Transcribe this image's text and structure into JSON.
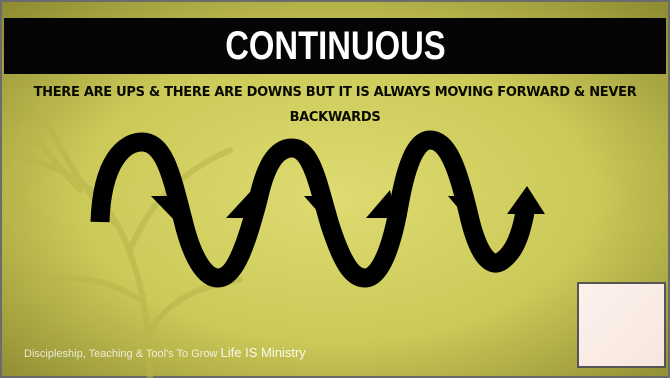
{
  "slide": {
    "title": "CONTINUOUS",
    "subtitle": "THERE ARE UPS & THERE ARE DOWNS BUT IT IS ALWAYS MOVING FORWARD & NEVER BACKWARDS",
    "footer_text": "Discipleship, Teaching & Tool's To Grow",
    "footer_brand": "Life IS Ministry"
  },
  "colors": {
    "background": "#cfcd5a",
    "title_bar": "#050505",
    "title_text": "#ffffff",
    "wave_arrow": "#000000",
    "corner_square": "#fbeee8"
  },
  "icons": {
    "wave": "wavy-arrow-icon"
  }
}
